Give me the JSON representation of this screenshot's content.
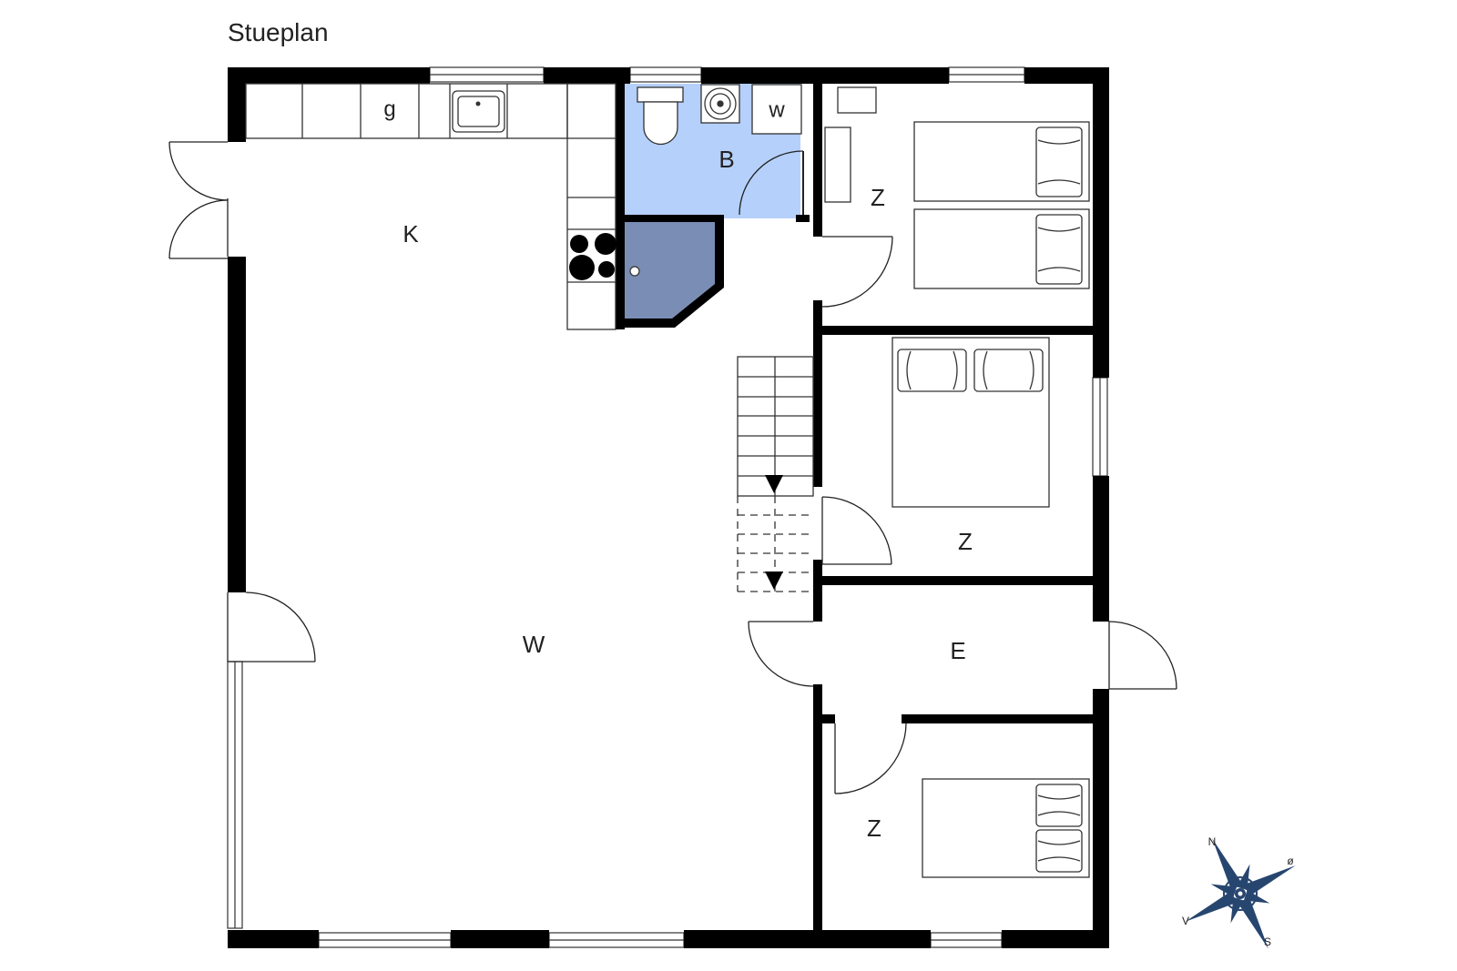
{
  "plan": {
    "title": "Stueplan"
  },
  "rooms": {
    "kitchen": "K",
    "bathroom": "B",
    "living": "W",
    "bedroom_1": "Z",
    "bedroom_2": "Z",
    "bedroom_3": "Z",
    "hall": "E"
  },
  "fixtures": {
    "gas": "g",
    "washer": "w"
  },
  "compass": {
    "north": "N",
    "east": "ø",
    "south": "S",
    "west": "V"
  },
  "colors": {
    "bathroom_fill": "#b5d0fb",
    "shower_fill": "#7a8db5",
    "wall": "#000000",
    "compass": "#27466f"
  }
}
